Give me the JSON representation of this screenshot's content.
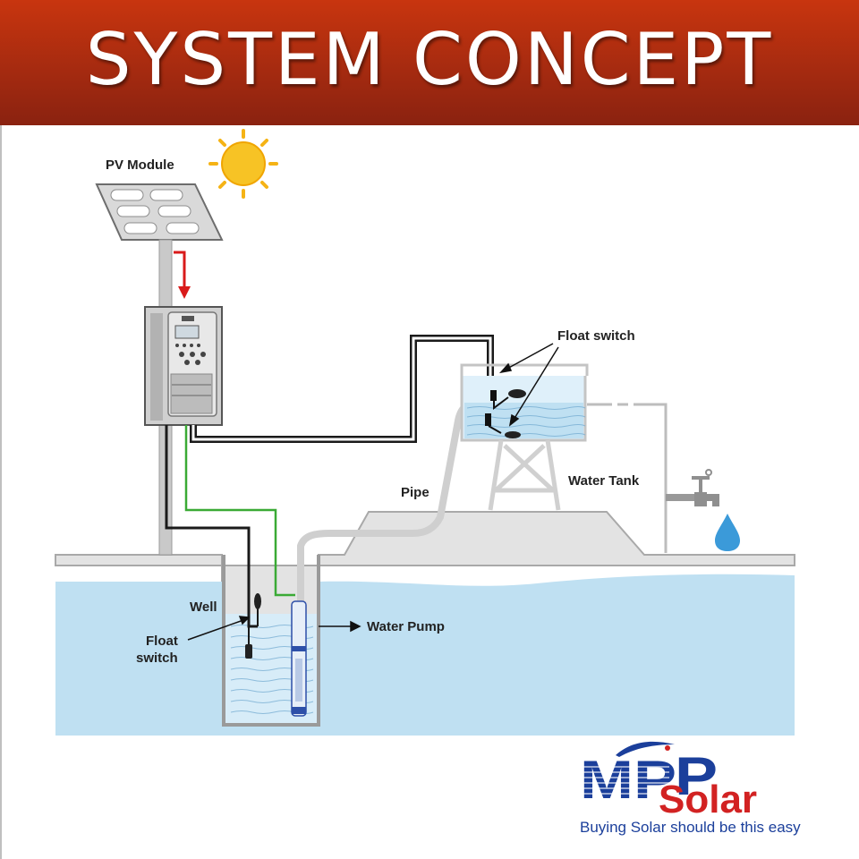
{
  "header": {
    "title": "SYSTEM CONCEPT"
  },
  "labels": {
    "pv_module": "PV Module",
    "float_switch_tank": "Float switch",
    "water_tank": "Water Tank",
    "pipe": "Pipe",
    "well": "Well",
    "float_switch_well_line1": "Float",
    "float_switch_well_line2": "switch",
    "water_pump": "Water Pump"
  },
  "logo": {
    "letters": [
      "M",
      "P",
      "P"
    ],
    "brand_word": "Solar",
    "tagline": "Buying Solar should be this easy"
  },
  "colors": {
    "header_top": "#c8350f",
    "header_bottom": "#8a2210",
    "water": "#bfe0f2",
    "ground": "#e3e3e3",
    "dc_power_wire": "#d91a1a",
    "ground_wire": "#3aaa35",
    "signal_wire": "#1a1a1a",
    "sun": "#f7c325",
    "logo_blue": "#1b3f9b",
    "logo_red": "#d22222"
  }
}
